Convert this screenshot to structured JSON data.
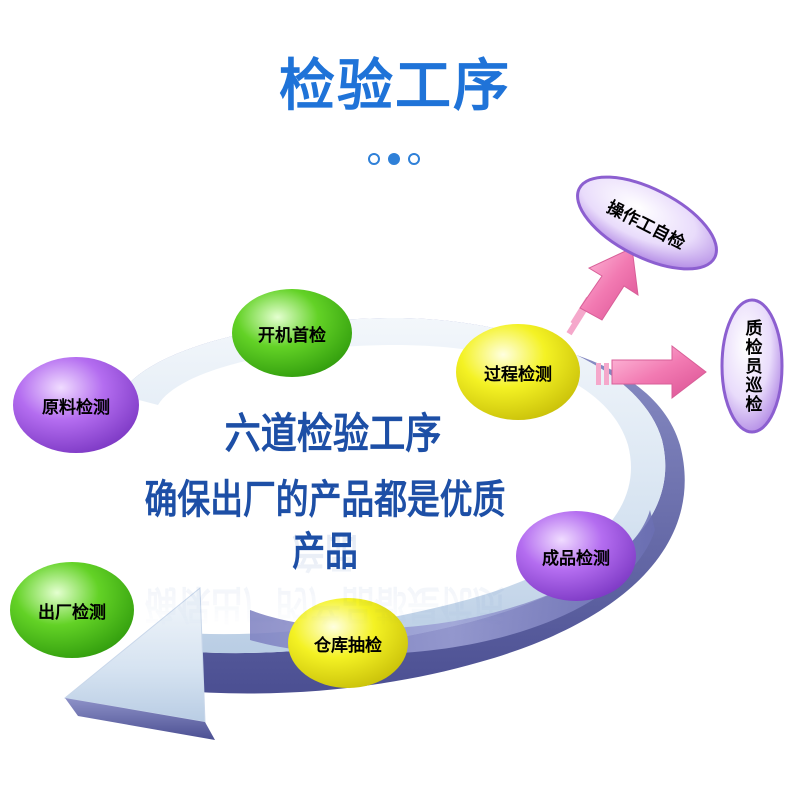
{
  "title": "检验工序",
  "center_text": {
    "line1": "六道检验工序",
    "line2": "确保出厂的产品都是优质产品"
  },
  "nodes": [
    {
      "label": "原料检测",
      "color": "#b070e8"
    },
    {
      "label": "开机首检",
      "color": "#55c61d"
    },
    {
      "label": "过程检测",
      "color": "#f2f020"
    },
    {
      "label": "成品检测",
      "color": "#b070e8"
    },
    {
      "label": "仓库抽检",
      "color": "#f2f020"
    },
    {
      "label": "出厂检测",
      "color": "#55c61d"
    }
  ],
  "branches": [
    {
      "label": "操作工自检",
      "color": "#b884e8"
    },
    {
      "label": "质检员巡检",
      "color": "#b884e8"
    }
  ],
  "colors": {
    "title": "#1f73d8",
    "center_text": "#1d4fa6",
    "arrow_pink": "#f27ab2",
    "ring_light": "#dfe9f4",
    "ring_dark": "#5f63a8"
  }
}
